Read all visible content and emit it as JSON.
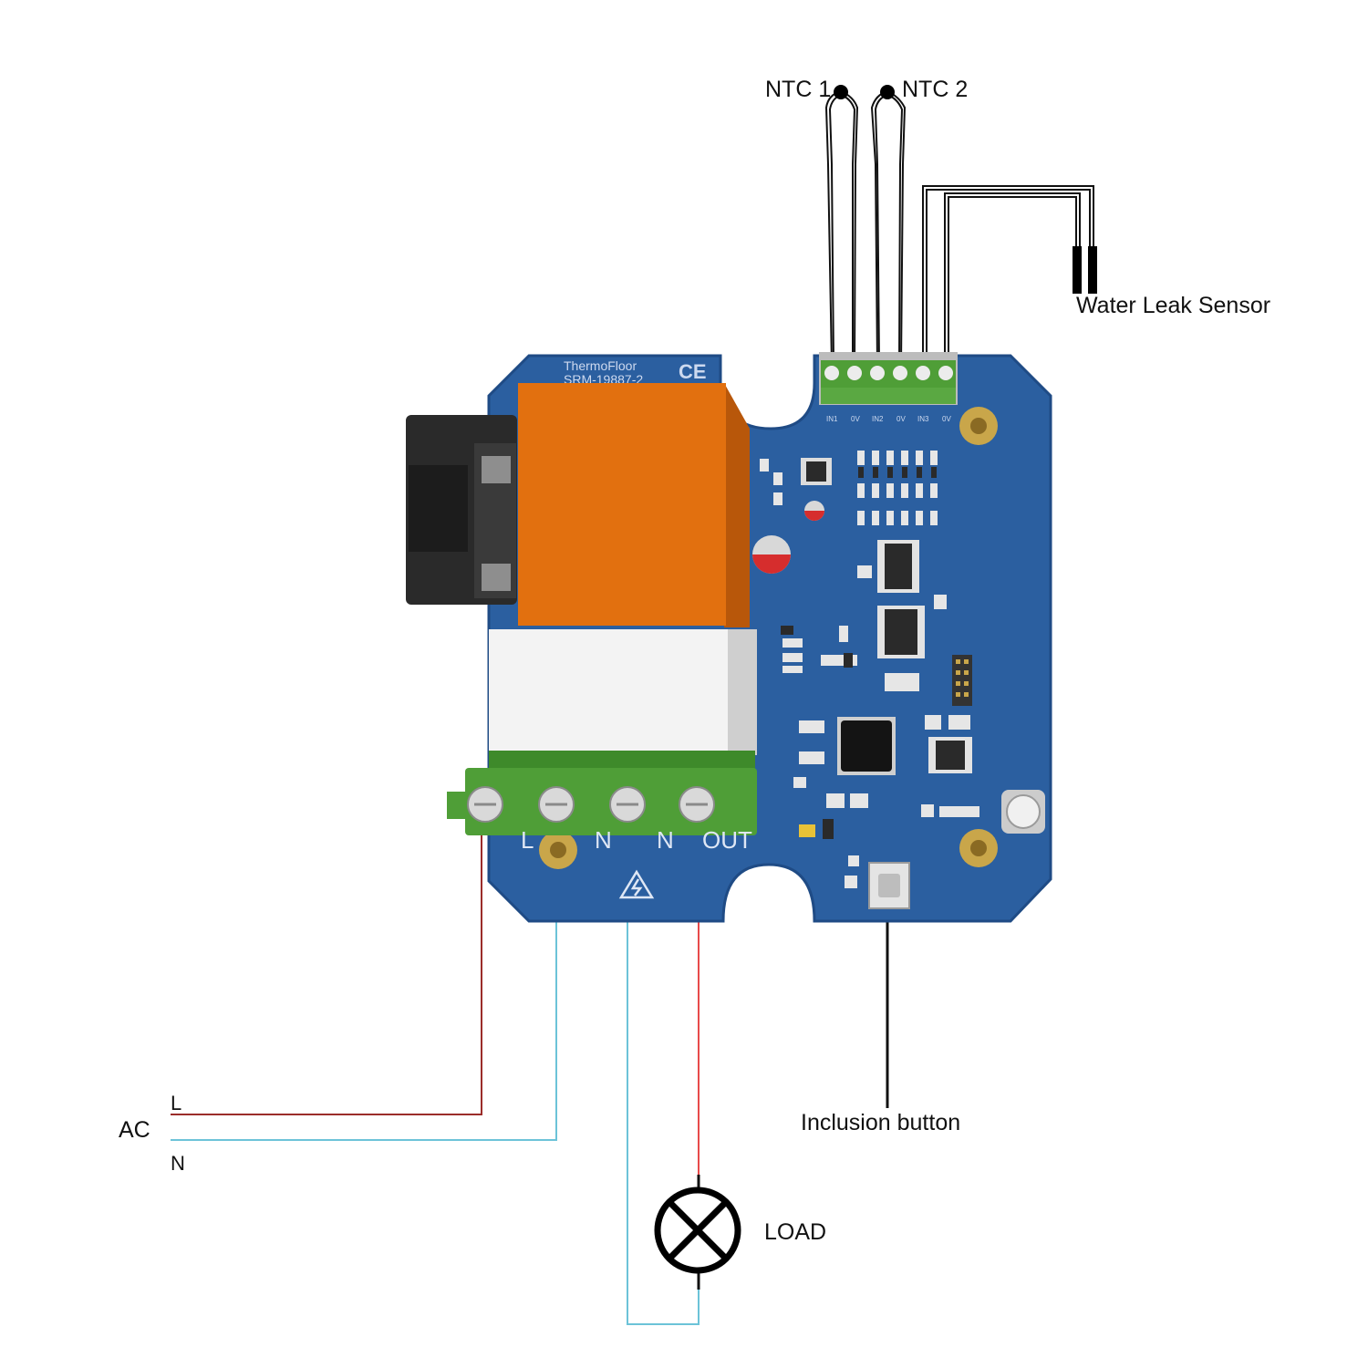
{
  "labels": {
    "ntc1": "NTC 1",
    "ntc2": "NTC 2",
    "water_leak": "Water Leak Sensor",
    "inclusion": "Inclusion button",
    "load": "LOAD",
    "ac": "AC",
    "ac_l": "L",
    "ac_n": "N"
  },
  "board": {
    "brand": "ThermoFloor",
    "model": "SRM-19887-2",
    "ce_mark": "CE",
    "terminal_labels": [
      "L",
      "N",
      "N",
      "OUT"
    ],
    "sensor_pin_labels": [
      "IN1",
      "0V",
      "IN2",
      "0V",
      "IN3",
      "0V"
    ]
  },
  "colors": {
    "pcb": "#2b5fa0",
    "pcb_dark": "#1f4b85",
    "relay": "#e2700f",
    "terminal_green": "#4f9e37",
    "wire_live": "#9b2d2a",
    "wire_neutral": "#6cc3d8",
    "wire_out": "#e84a4a",
    "wire_signal": "#111111"
  }
}
